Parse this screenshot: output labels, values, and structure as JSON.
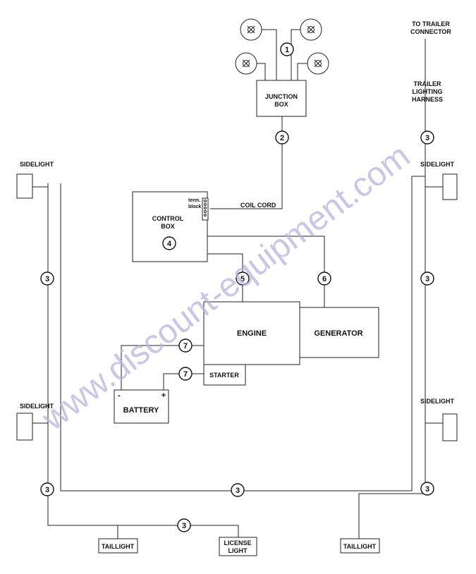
{
  "labels": {
    "to_trailer_connector_1": "TO TRAILER",
    "to_trailer_connector_2": "CONNECTOR",
    "trailer_harness_1": "TRAILER",
    "trailer_harness_2": "LIGHTING",
    "trailer_harness_3": "HARNESS",
    "junction_box_1": "JUNCTION",
    "junction_box_2": "BOX",
    "sidelight": "SIDELIGHT",
    "coil_cord": "COIL CORD",
    "term_block_1": "term.",
    "term_block_2": "block",
    "control_box_1": "CONTROL",
    "control_box_2": "BOX",
    "engine": "ENGINE",
    "generator": "GENERATOR",
    "starter": "STARTER",
    "battery": "BATTERY",
    "battery_neg": "-",
    "battery_pos": "+",
    "taillight": "TAILLIGHT",
    "license_light_1": "LICENSE",
    "license_light_2": "LIGHT"
  },
  "callouts": {
    "c1": "1",
    "c2": "2",
    "c3": "3",
    "c4": "4",
    "c5": "5",
    "c6": "6",
    "c7": "7"
  },
  "watermark": "www.discount-equipment.com",
  "colors": {
    "line": "#222222",
    "watermark": "#b7b4de",
    "background": "#ffffff"
  }
}
